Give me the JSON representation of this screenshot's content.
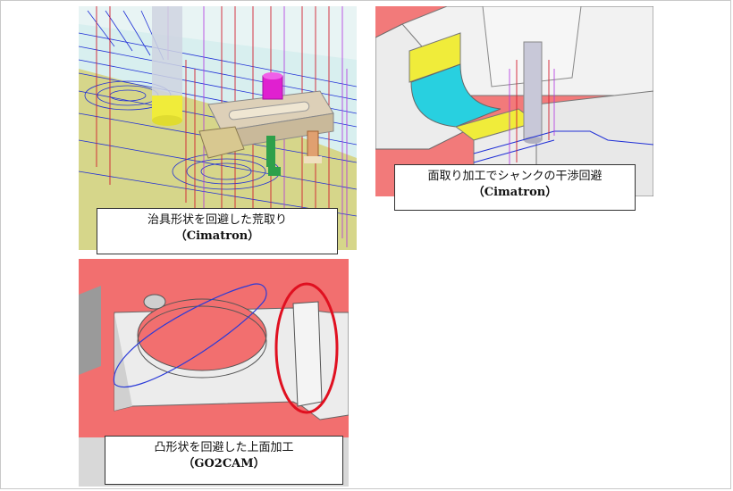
{
  "panels": [
    {
      "caption_line1": "治具形状を回避した荒取り",
      "caption_line2": "（Cimatron）",
      "colors": {
        "bg": "#d8efef",
        "floor": "#d6d68a",
        "toolpath_blue": "#1f2fd6",
        "toolpath_red": "#d21f2f",
        "clamp": "#ddd0b8",
        "bolt": "#e020d0",
        "pin": "#2ea04a"
      }
    },
    {
      "caption_line1": "面取り加工でシャンクの干渉回避",
      "caption_line2": "（Cimatron）",
      "colors": {
        "bg": "#f27a7a",
        "part": "#ececec",
        "yellow": "#f0ec3a",
        "cyan": "#28d0e0",
        "tool": "#c8c8d8",
        "toolpath_blue": "#1f2fd6",
        "toolpath_red": "#d21f2f"
      }
    },
    {
      "caption_line1": "凸形状を回避した上面加工",
      "caption_line2": "（GO2CAM）",
      "colors": {
        "bg": "#f26f6f",
        "part": "#ececec",
        "boss": "#f26f6f",
        "toolpath_blue": "#2a3ad8",
        "highlight": "#e01020"
      }
    }
  ]
}
